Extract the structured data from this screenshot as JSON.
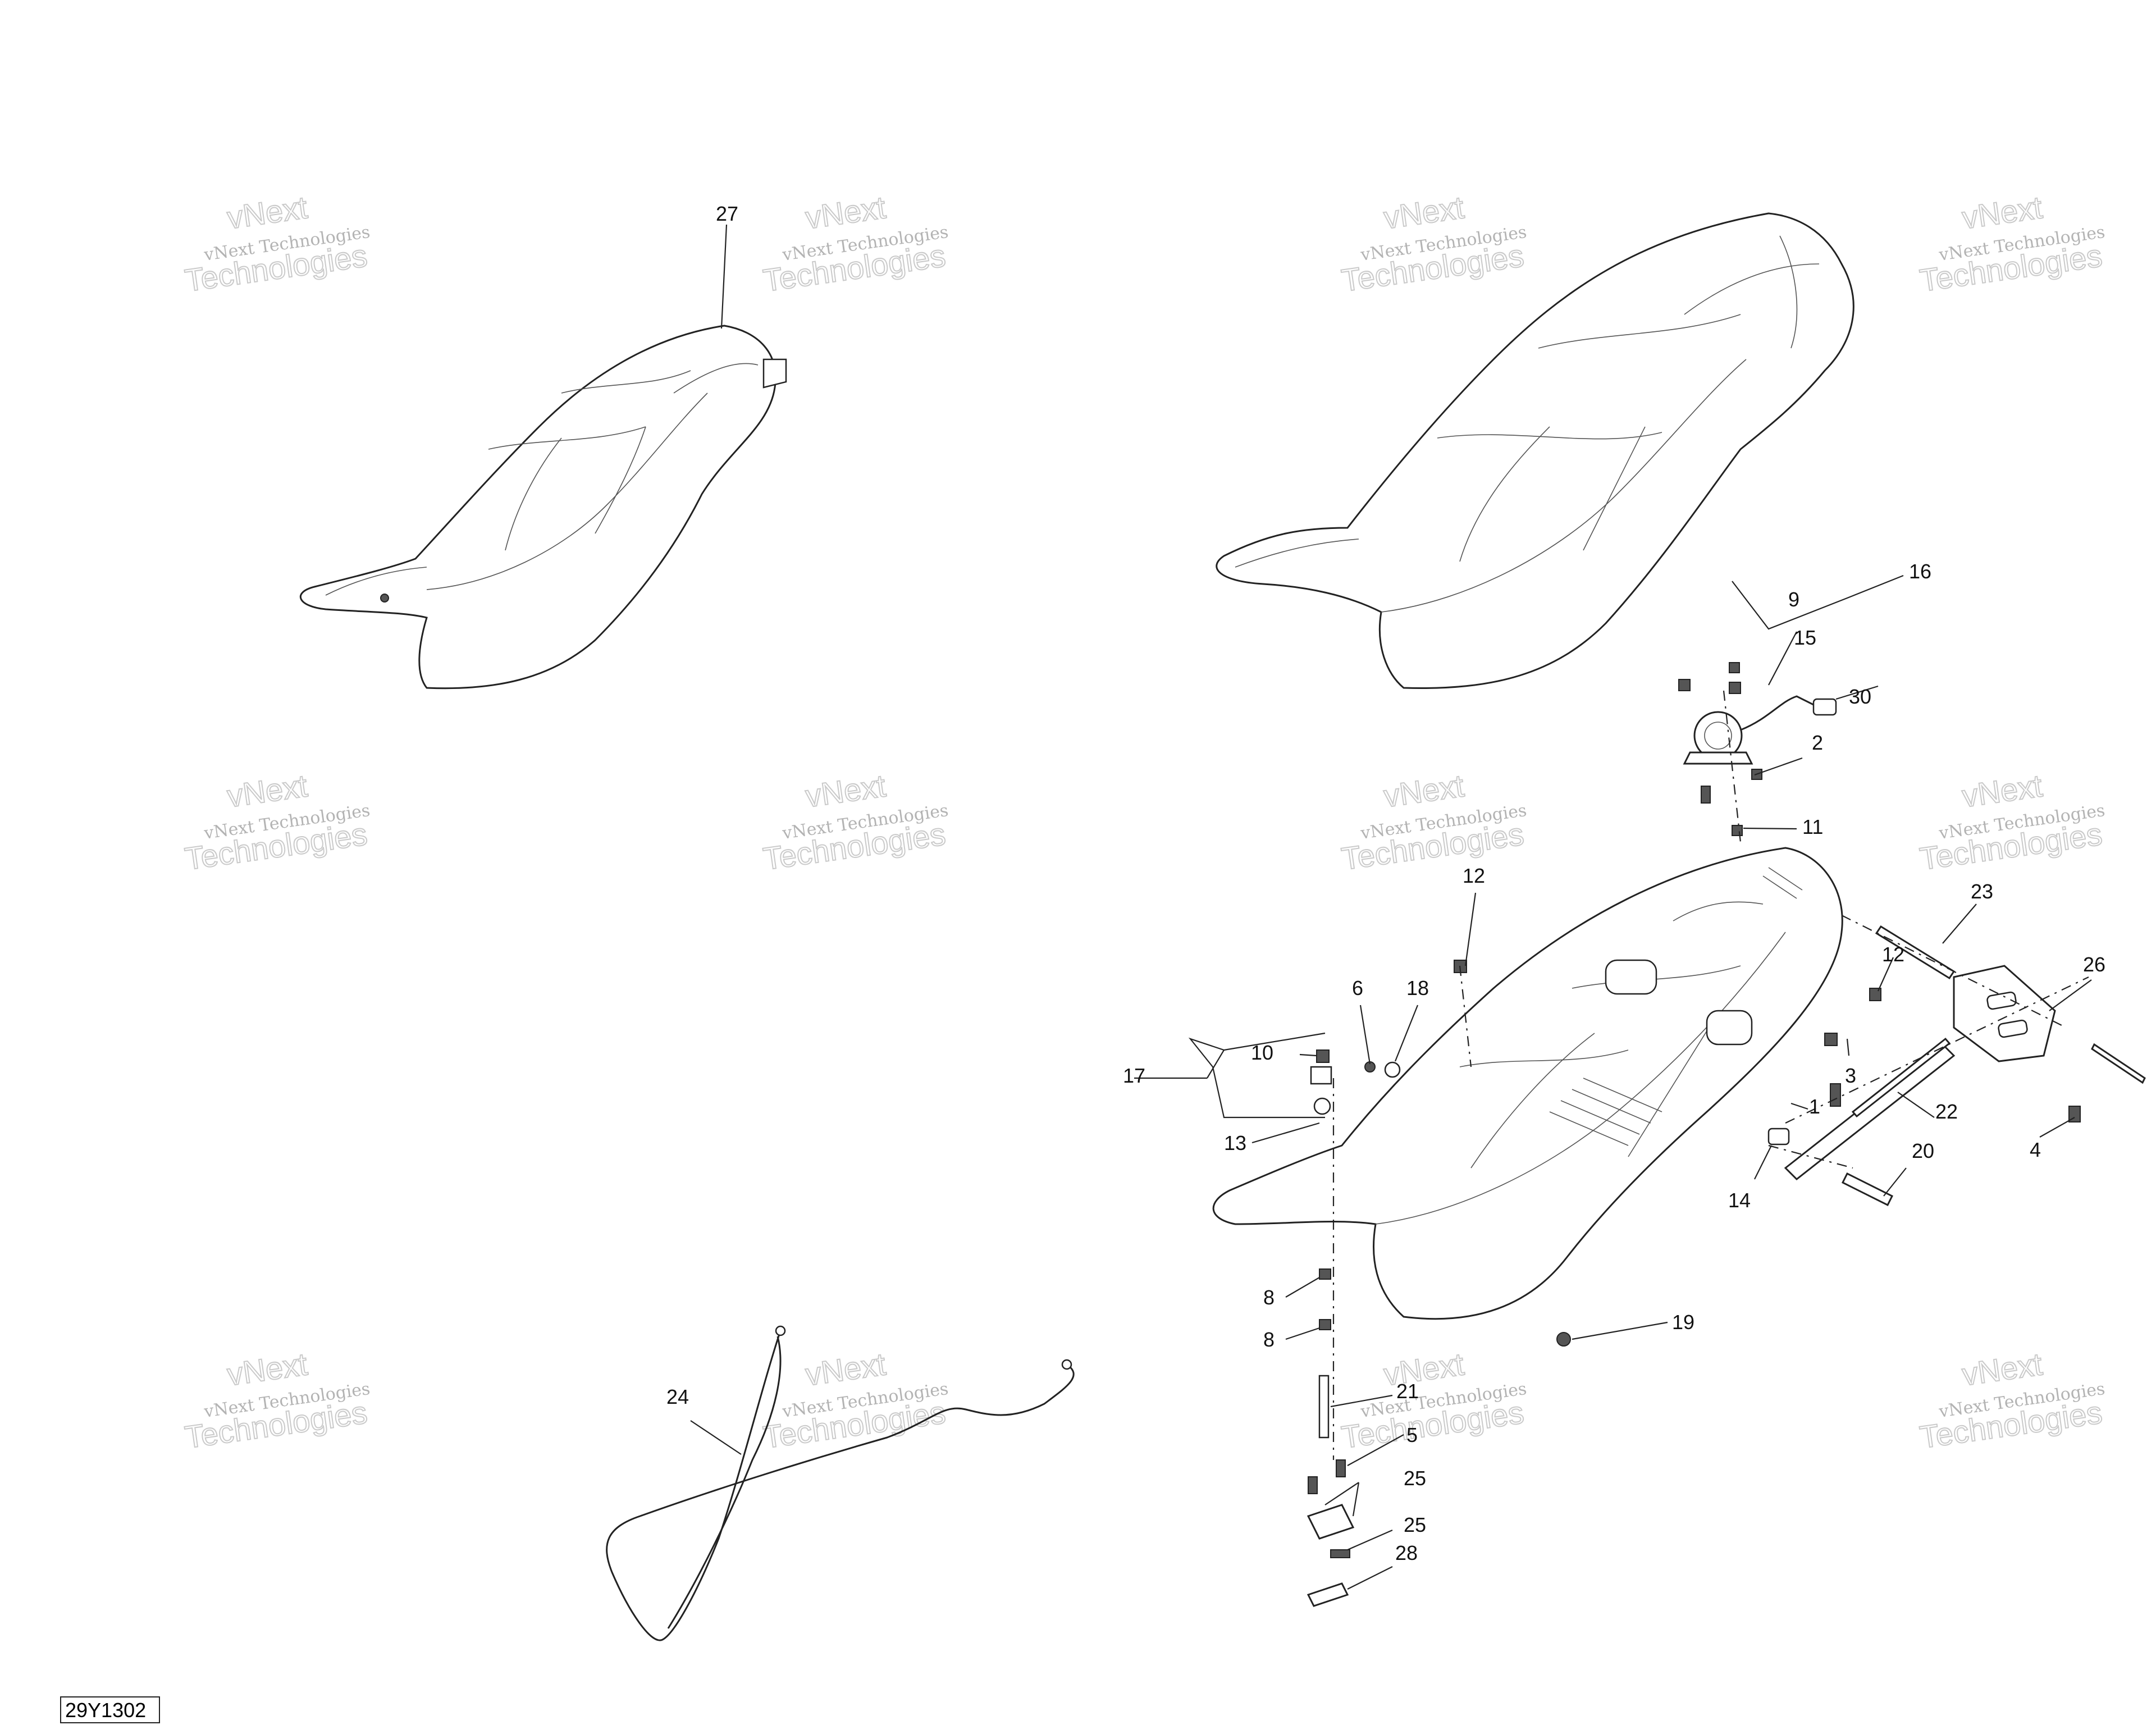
{
  "watermarks": [
    {
      "line1": "vNext",
      "line2": "vNext Technologies",
      "line3": "Technologies"
    }
  ],
  "callouts": [
    "27",
    "16",
    "9",
    "15",
    "30",
    "2",
    "11",
    "12",
    "23",
    "26",
    "6",
    "18",
    "10",
    "17",
    "13",
    "3",
    "1",
    "22",
    "4",
    "14",
    "20",
    "19",
    "8",
    "21",
    "5",
    "25",
    "28",
    "24"
  ],
  "reference_code": "29Y1302"
}
